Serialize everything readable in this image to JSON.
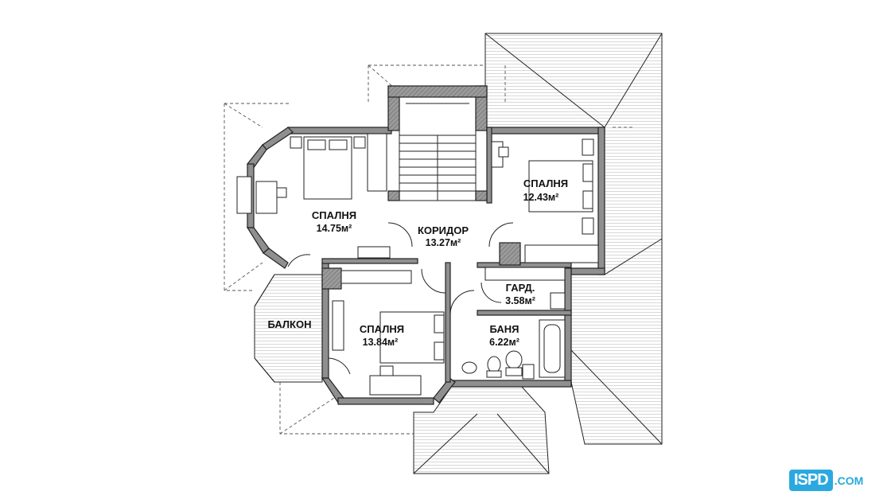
{
  "rooms": {
    "bedroom_left": {
      "label": "СПАЛНЯ",
      "area": "14.75м²"
    },
    "corridor": {
      "label": "КОРИДОР",
      "area": "13.27м²"
    },
    "bedroom_right": {
      "label": "СПАЛНЯ",
      "area": "12.43м²"
    },
    "wardrobe": {
      "label": "ГАРД.",
      "area": "3.58м²"
    },
    "balcony": {
      "label": "БАЛКОН"
    },
    "bedroom_bottom": {
      "label": "СПАЛНЯ",
      "area": "13.84м²"
    },
    "bathroom": {
      "label": "БАНЯ",
      "area": "6.22м²"
    }
  },
  "watermark": {
    "mark": "ISPD",
    "suffix": ".COM"
  },
  "colors": {
    "wall": "#8f8f8f",
    "accent": "#2aa8e0"
  }
}
